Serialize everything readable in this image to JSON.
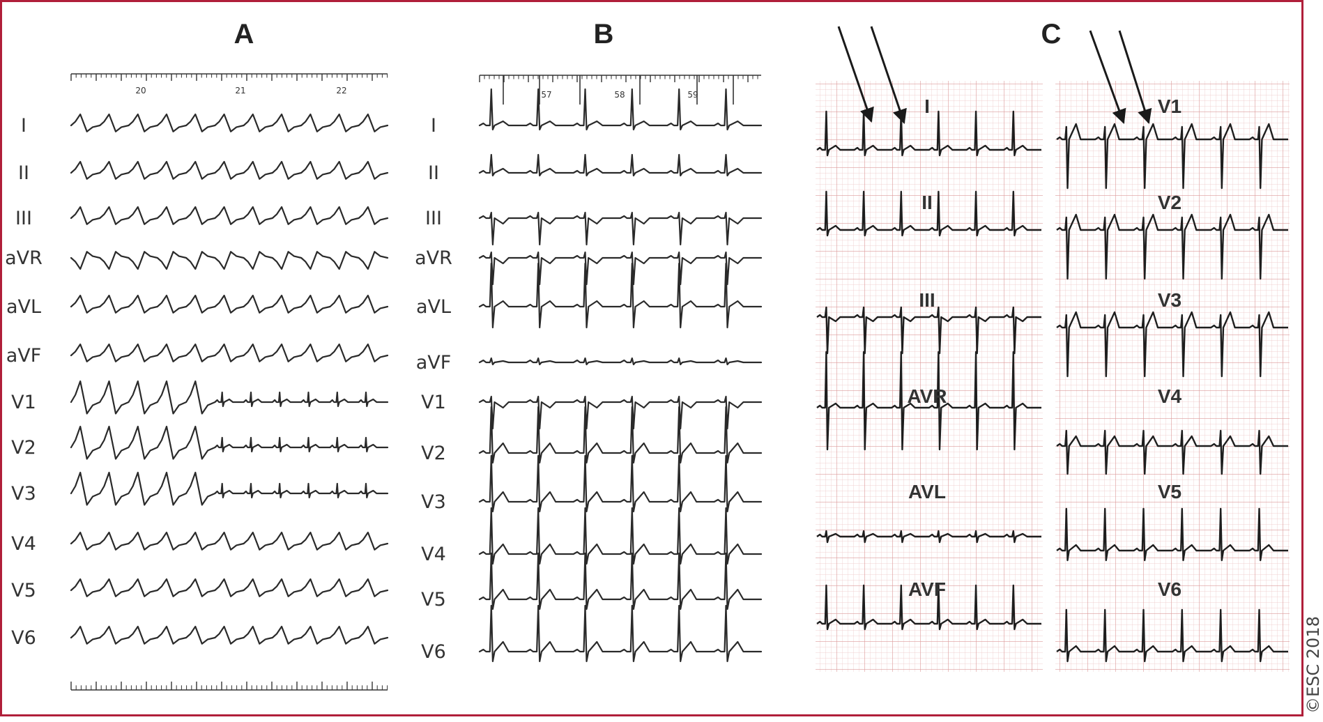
{
  "panels": [
    {
      "id": "A",
      "title": "A",
      "leads": [
        "I",
        "II",
        "III",
        "aVR",
        "aVL",
        "aVF",
        "V1",
        "V2",
        "V3",
        "V4",
        "V5",
        "V6"
      ],
      "ruler_numbers": [
        "20",
        "21",
        "22"
      ]
    },
    {
      "id": "B",
      "title": "B",
      "leads": [
        "I",
        "II",
        "III",
        "aVR",
        "aVL",
        "aVF",
        "V1",
        "V2",
        "V3",
        "V4",
        "V5",
        "V6"
      ],
      "ruler_numbers": [
        "57",
        "58",
        "59"
      ]
    },
    {
      "id": "C",
      "title": "C",
      "limb_leads": [
        "I",
        "II",
        "III",
        "AVR",
        "AVL",
        "AVF"
      ],
      "precordial_leads": [
        "V1",
        "V2",
        "V3",
        "V4",
        "V5",
        "V6"
      ]
    }
  ],
  "copyright": "©ESC 2018",
  "colors": {
    "frame": "#b01f3a",
    "grid": "#e7a8a8",
    "trace": "#2a2a2a",
    "arrow": "#1a1a1a"
  }
}
